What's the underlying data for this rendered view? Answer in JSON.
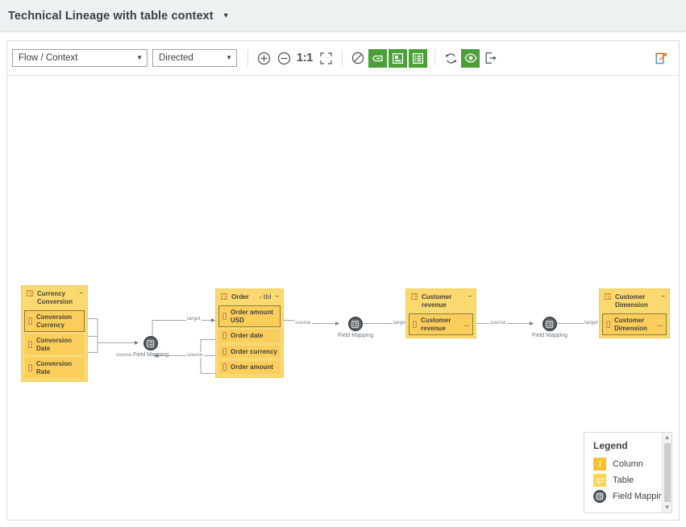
{
  "header": {
    "title": "Technical Lineage with table context",
    "caret_icon": "chevron-down-icon"
  },
  "toolbar": {
    "flow_context_select": {
      "value": "Flow / Context",
      "caret_icon": "chevron-down-icon"
    },
    "direction_select": {
      "value": "Directed",
      "caret_icon": "chevron-down-icon"
    },
    "zoom_in_icon": "zoom-in-icon",
    "zoom_out_icon": "zoom-out-icon",
    "zoom_ratio_label": "1:1",
    "fit_screen_icon": "fit-to-screen-icon",
    "no_overlay_icon": "no-overlay-icon",
    "show_labels_icon": "show-edge-labels-icon",
    "show_table_icon": "show-table-icon",
    "show_columns_icon": "show-columns-icon",
    "refresh_icon": "refresh-icon",
    "visibility_icon": "eye-icon",
    "export_icon": "export-icon",
    "popout_icon": "open-in-new-window-icon",
    "active_color": "#4a9f35"
  },
  "graph": {
    "tables": [
      {
        "id": "currency-conversion",
        "name": "Currency Conversion",
        "suffix": "",
        "collapse_label": "–",
        "icon": "table-icon",
        "columns": [
          {
            "label": "Conversion Currency",
            "icon": "column-icon",
            "ellipsis": "",
            "selected": true
          },
          {
            "label": "Conversion Date",
            "icon": "column-icon",
            "ellipsis": "",
            "selected": false
          },
          {
            "label": "Conversion Rate",
            "icon": "column-icon",
            "ellipsis": "",
            "selected": false
          }
        ]
      },
      {
        "id": "order",
        "name": "Order",
        "suffix": "- tbl",
        "collapse_label": "–",
        "icon": "table-icon",
        "columns": [
          {
            "label": "Order amount USD",
            "icon": "column-icon",
            "ellipsis": "",
            "selected": true
          },
          {
            "label": "Order date",
            "icon": "column-icon",
            "ellipsis": "",
            "selected": false
          },
          {
            "label": "Order currency",
            "icon": "column-icon",
            "ellipsis": "",
            "selected": false
          },
          {
            "label": "Order amount",
            "icon": "column-icon",
            "ellipsis": "",
            "selected": false
          }
        ]
      },
      {
        "id": "customer-revenue",
        "name": "Customer revenue",
        "suffix": "",
        "collapse_label": "–",
        "icon": "table-icon",
        "columns": [
          {
            "label": "Customer revenue",
            "icon": "column-icon",
            "ellipsis": "…",
            "selected": true
          }
        ]
      },
      {
        "id": "customer-dimension",
        "name": "Customer Dimension",
        "suffix": "",
        "collapse_label": "–",
        "icon": "table-icon",
        "columns": [
          {
            "label": "Customer Dimension",
            "icon": "column-icon",
            "ellipsis": "…",
            "selected": true
          }
        ]
      }
    ],
    "field_mappings": [
      {
        "id": "fm-1",
        "label": "Field Mapping",
        "icon": "field-mapping-icon"
      },
      {
        "id": "fm-2",
        "label": "Field Mapping",
        "icon": "field-mapping-icon"
      },
      {
        "id": "fm-3",
        "label": "Field Mapping",
        "icon": "field-mapping-icon"
      }
    ],
    "edge_labels": {
      "source": "source",
      "target": "target"
    },
    "node_colors": {
      "table_header": "#fbd971",
      "column": "#fbce5c",
      "field_mapping": "#60666a"
    }
  },
  "legend": {
    "title": "Legend",
    "items": [
      {
        "label": "Column",
        "icon": "column-icon"
      },
      {
        "label": "Table",
        "icon": "table-icon"
      },
      {
        "label": "Field Mapping",
        "icon": "field-mapping-icon"
      }
    ],
    "scroll_up_icon": "chevron-up-icon",
    "scroll_down_icon": "chevron-down-icon"
  }
}
